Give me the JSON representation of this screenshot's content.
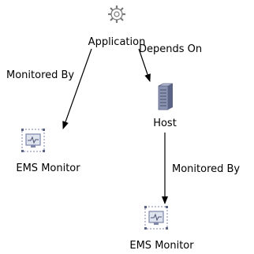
{
  "colors": {
    "edge": "#000000",
    "host_body": "#8a93b0",
    "host_dark": "#5b6485",
    "monitor_frame": "#7c86a8",
    "monitor_screen": "#dfe3ee",
    "gear": "#7a7a7a"
  },
  "nodes": {
    "application": {
      "label": "Application",
      "icon": "gear-icon"
    },
    "host": {
      "label": "Host",
      "icon": "server-icon"
    },
    "ems_monitor_left": {
      "label": "EMS Monitor",
      "icon": "ems-monitor-icon"
    },
    "ems_monitor_bottom": {
      "label": "EMS Monitor",
      "icon": "ems-monitor-icon"
    }
  },
  "edges": {
    "app_monitored_by": {
      "label": "Monitored By"
    },
    "app_depends_on": {
      "label": "Depends On"
    },
    "host_monitored_by": {
      "label": "Monitored By"
    }
  }
}
